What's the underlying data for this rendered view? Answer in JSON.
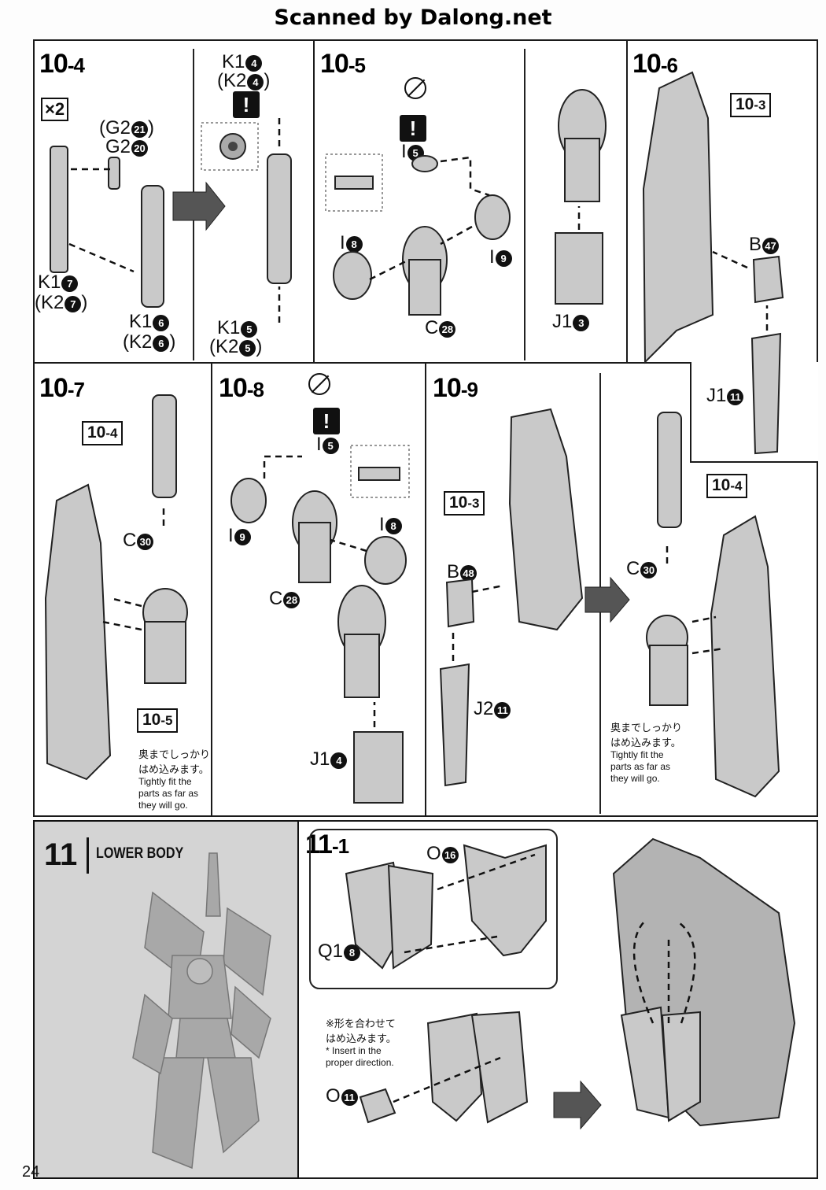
{
  "header": {
    "title": "Scanned by Dalong.net"
  },
  "steps": {
    "s10_4": {
      "main": "10",
      "sub": "-4"
    },
    "s10_5": {
      "main": "10",
      "sub": "-5"
    },
    "s10_6": {
      "main": "10",
      "sub": "-6"
    },
    "s10_7": {
      "main": "10",
      "sub": "-7"
    },
    "s10_8": {
      "main": "10",
      "sub": "-8"
    },
    "s10_9": {
      "main": "10",
      "sub": "-9"
    },
    "s11": {
      "main": "11",
      "title": "LOWER BODY"
    },
    "s11_1": {
      "main": "11",
      "sub": "-1"
    }
  },
  "refs": {
    "r10_3a": {
      "main": "10",
      "sub": "-3"
    },
    "r10_4a": {
      "main": "10",
      "sub": "-4"
    },
    "r10_5": {
      "main": "10",
      "sub": "-5"
    },
    "r10_3b": {
      "main": "10",
      "sub": "-3"
    },
    "r10_4b": {
      "main": "10",
      "sub": "-4"
    }
  },
  "multiplier": "×2",
  "caution": "!",
  "parts": {
    "g2_21": {
      "text": "(G2",
      "n": "21",
      "close": ")"
    },
    "g2_20": {
      "text": "G2",
      "n": "20",
      "close": ""
    },
    "k1_7": {
      "text": "K1",
      "n": "7",
      "close": ""
    },
    "k2_7": {
      "text": "(K2",
      "n": "7",
      "close": ")"
    },
    "k1_6": {
      "text": "K1",
      "n": "6",
      "close": ""
    },
    "k2_6": {
      "text": "(K2",
      "n": "6",
      "close": ")"
    },
    "k1_4": {
      "text": "K1",
      "n": "4",
      "close": ""
    },
    "k2_4": {
      "text": "(K2",
      "n": "4",
      "close": ")"
    },
    "k1_5": {
      "text": "K1",
      "n": "5",
      "close": ""
    },
    "k2_5": {
      "text": "(K2",
      "n": "5",
      "close": ")"
    },
    "i5a": {
      "text": "I",
      "n": "5",
      "close": ""
    },
    "i8a": {
      "text": "I",
      "n": "8",
      "close": ""
    },
    "i9a": {
      "text": "I",
      "n": "9",
      "close": ""
    },
    "c28a": {
      "text": "C",
      "n": "28",
      "close": ""
    },
    "j1_3": {
      "text": "J1",
      "n": "3",
      "close": ""
    },
    "b47": {
      "text": "B",
      "n": "47",
      "close": ""
    },
    "j1_11": {
      "text": "J1",
      "n": "11",
      "close": ""
    },
    "c30a": {
      "text": "C",
      "n": "30",
      "close": ""
    },
    "i5b": {
      "text": "I",
      "n": "5",
      "close": ""
    },
    "i9b": {
      "text": "I",
      "n": "9",
      "close": ""
    },
    "i8b": {
      "text": "I",
      "n": "8",
      "close": ""
    },
    "c28b": {
      "text": "C",
      "n": "28",
      "close": ""
    },
    "j1_4": {
      "text": "J1",
      "n": "4",
      "close": ""
    },
    "b48": {
      "text": "B",
      "n": "48",
      "close": ""
    },
    "j2_11": {
      "text": "J2",
      "n": "11",
      "close": ""
    },
    "c30b": {
      "text": "C",
      "n": "30",
      "close": ""
    },
    "o16": {
      "text": "O",
      "n": "16",
      "close": ""
    },
    "q1_8": {
      "text": "Q1",
      "n": "8",
      "close": ""
    },
    "o11": {
      "text": "O",
      "n": "11",
      "close": ""
    }
  },
  "notes": {
    "fit_jp": "奥までしっかり\nはめ込みます。",
    "fit_en": "Tightly fit the\nparts as far as\nthey will go.",
    "insert_jp": "※形を合わせて\nはめ込みます。",
    "insert_en": "* Insert in the\nproper direction."
  },
  "page_number": "24"
}
